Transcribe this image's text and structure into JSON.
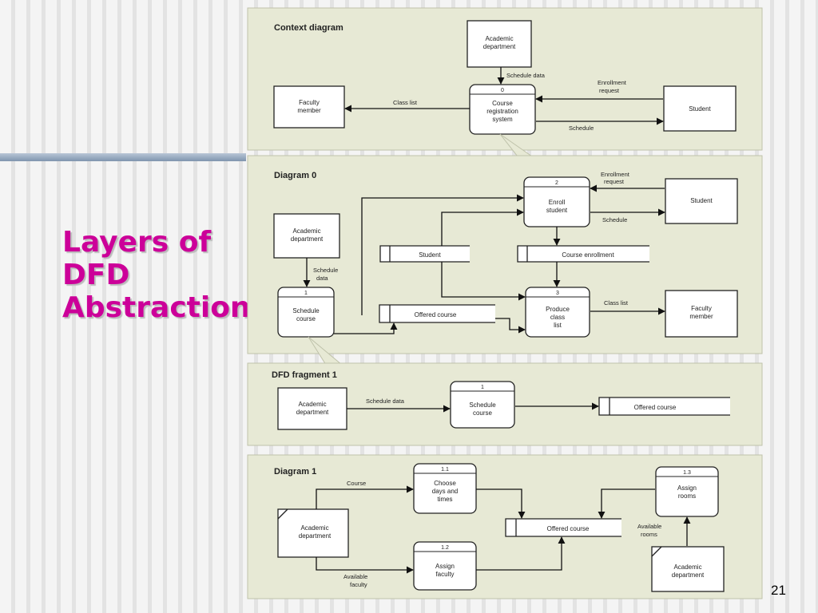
{
  "slide": {
    "title_lines": [
      "Layers of",
      "DFD",
      "Abstraction"
    ],
    "page_number": "21"
  },
  "context": {
    "heading": "Context diagram",
    "academic_dept": [
      "Academic",
      "department"
    ],
    "process_id": "0",
    "process": [
      "Course",
      "registration",
      "system"
    ],
    "faculty": [
      "Faculty",
      "member"
    ],
    "student": "Student",
    "flows": {
      "schedule_data": "Schedule data",
      "class_list": "Class list",
      "enrollment_request": [
        "Enrollment",
        "request"
      ],
      "schedule": "Schedule"
    }
  },
  "diagram0": {
    "heading": "Diagram 0",
    "academic_dept": [
      "Academic",
      "department"
    ],
    "p1_id": "1",
    "p1": [
      "Schedule",
      "course"
    ],
    "p2_id": "2",
    "p2": [
      "Enroll",
      "student"
    ],
    "p3_id": "3",
    "p3": [
      "Produce",
      "class",
      "list"
    ],
    "store_student": "Student",
    "store_course_enrollment": "Course enrollment",
    "store_offered_course": "Offered course",
    "student": "Student",
    "faculty": [
      "Faculty",
      "member"
    ],
    "flows": {
      "schedule_data": [
        "Schedule",
        "data"
      ],
      "enrollment_request": [
        "Enrollment",
        "request"
      ],
      "schedule": "Schedule",
      "class_list": "Class list"
    }
  },
  "fragment1": {
    "heading": "DFD fragment 1",
    "academic_dept": [
      "Academic",
      "department"
    ],
    "flow": "Schedule data",
    "process_id": "1",
    "process": [
      "Schedule",
      "course"
    ],
    "store": "Offered course"
  },
  "diagram1": {
    "heading": "Diagram 1",
    "academic_dept_left": [
      "Academic",
      "department"
    ],
    "p11_id": "1.1",
    "p11": [
      "Choose",
      "days and",
      "times"
    ],
    "p12_id": "1.2",
    "p12": [
      "Assign",
      "faculty"
    ],
    "p13_id": "1.3",
    "p13": [
      "Assign",
      "rooms"
    ],
    "store": "Offered course",
    "academic_dept_right": [
      "Academic",
      "department"
    ],
    "flows": {
      "course": "Course",
      "available_faculty": [
        "Available",
        "faculty"
      ],
      "available_rooms": [
        "Available",
        "rooms"
      ]
    }
  }
}
